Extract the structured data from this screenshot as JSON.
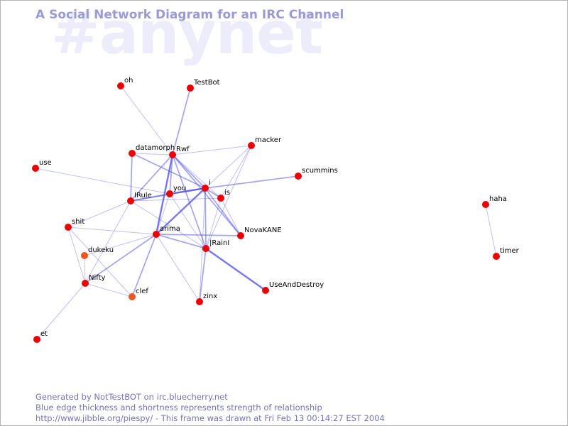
{
  "watermark": "#anynet",
  "title": "A Social Network Diagram for an IRC Channel",
  "footer": {
    "line1": "Generated by NotTestBOT on irc.bluecherry.net",
    "line2": "Blue edge thickness and shortness represents strength of relationship",
    "line3": "http://www.jibble.org/piespy/ - This frame was drawn at Fri Feb 13 00:14:27 EST 2004"
  },
  "colors": {
    "node_default": "#ee0000",
    "node_orange": "#ee5522",
    "edge": "#4a4af0",
    "title": "#9a9ad6",
    "watermark": "#ececfa",
    "footer": "#7474b8"
  },
  "nodes": [
    {
      "id": "oh",
      "label": "oh"
    },
    {
      "id": "TestBot",
      "label": "TestBot"
    },
    {
      "id": "macker",
      "label": "macker"
    },
    {
      "id": "datamorph",
      "label": "datamorph"
    },
    {
      "id": "Rwf",
      "label": "Rwf"
    },
    {
      "id": "use",
      "label": "use"
    },
    {
      "id": "scummins",
      "label": "scummins"
    },
    {
      "id": "i",
      "label": "i"
    },
    {
      "id": "you",
      "label": "you"
    },
    {
      "id": "is",
      "label": "is"
    },
    {
      "id": "IRule",
      "label": "IRule"
    },
    {
      "id": "shit",
      "label": "shit"
    },
    {
      "id": "arima",
      "label": "arima"
    },
    {
      "id": "NovaKANE",
      "label": "NovaKANE"
    },
    {
      "id": "IRainI",
      "label": "|RainI"
    },
    {
      "id": "dukeku",
      "label": "dukeku",
      "color": "orange"
    },
    {
      "id": "Nifty",
      "label": "Nifty"
    },
    {
      "id": "clef",
      "label": "clef",
      "color": "orange"
    },
    {
      "id": "UseAndDestroy",
      "label": "UseAndDestroy"
    },
    {
      "id": "zinx",
      "label": "zinx"
    },
    {
      "id": "et",
      "label": "et"
    },
    {
      "id": "haha",
      "label": "haha"
    },
    {
      "id": "timer",
      "label": "timer"
    }
  ],
  "edges": [
    {
      "from": "oh",
      "to": "Rwf",
      "strength": 1
    },
    {
      "from": "TestBot",
      "to": "Rwf",
      "strength": 2
    },
    {
      "from": "datamorph",
      "to": "Rwf",
      "strength": 1
    },
    {
      "from": "datamorph",
      "to": "i",
      "strength": 2
    },
    {
      "from": "datamorph",
      "to": "IRule",
      "strength": 2
    },
    {
      "from": "Rwf",
      "to": "macker",
      "strength": 1
    },
    {
      "from": "Rwf",
      "to": "i",
      "strength": 2
    },
    {
      "from": "Rwf",
      "to": "you",
      "strength": 2
    },
    {
      "from": "Rwf",
      "to": "IRule",
      "strength": 2
    },
    {
      "from": "Rwf",
      "to": "arima",
      "strength": 3
    },
    {
      "from": "Rwf",
      "to": "NovaKANE",
      "strength": 2
    },
    {
      "from": "Rwf",
      "to": "IRainI",
      "strength": 2
    },
    {
      "from": "Rwf",
      "to": "is",
      "strength": 1
    },
    {
      "from": "macker",
      "to": "i",
      "strength": 1
    },
    {
      "from": "macker",
      "to": "is",
      "strength": 1
    },
    {
      "from": "macker",
      "to": "IRainI",
      "strength": 1
    },
    {
      "from": "use",
      "to": "you",
      "strength": 1
    },
    {
      "from": "scummins",
      "to": "i",
      "strength": 2
    },
    {
      "from": "i",
      "to": "you",
      "strength": 3
    },
    {
      "from": "i",
      "to": "IRule",
      "strength": 2
    },
    {
      "from": "i",
      "to": "arima",
      "strength": 3
    },
    {
      "from": "i",
      "to": "NovaKANE",
      "strength": 2
    },
    {
      "from": "i",
      "to": "IRainI",
      "strength": 2
    },
    {
      "from": "i",
      "to": "is",
      "strength": 2
    },
    {
      "from": "i",
      "to": "zinx",
      "strength": 1
    },
    {
      "from": "you",
      "to": "IRule",
      "strength": 2
    },
    {
      "from": "you",
      "to": "arima",
      "strength": 1
    },
    {
      "from": "you",
      "to": "IRainI",
      "strength": 1
    },
    {
      "from": "is",
      "to": "IRule",
      "strength": 1
    },
    {
      "from": "is",
      "to": "NovaKANE",
      "strength": 1
    },
    {
      "from": "is",
      "to": "IRainI",
      "strength": 1
    },
    {
      "from": "IRule",
      "to": "shit",
      "strength": 1
    },
    {
      "from": "IRule",
      "to": "IRainI",
      "strength": 1
    },
    {
      "from": "IRule",
      "to": "Nifty",
      "strength": 1
    },
    {
      "from": "arima",
      "to": "NovaKANE",
      "strength": 2
    },
    {
      "from": "arima",
      "to": "IRainI",
      "strength": 2
    },
    {
      "from": "arima",
      "to": "dukeku",
      "strength": 1
    },
    {
      "from": "arima",
      "to": "Nifty",
      "strength": 2
    },
    {
      "from": "arima",
      "to": "clef",
      "strength": 2
    },
    {
      "from": "arima",
      "to": "zinx",
      "strength": 1
    },
    {
      "from": "arima",
      "to": "shit",
      "strength": 1
    },
    {
      "from": "IRainI",
      "to": "UseAndDestroy",
      "strength": 3
    },
    {
      "from": "IRainI",
      "to": "zinx",
      "strength": 2
    },
    {
      "from": "shit",
      "to": "Nifty",
      "strength": 1
    },
    {
      "from": "shit",
      "to": "clef",
      "strength": 1
    },
    {
      "from": "dukeku",
      "to": "Nifty",
      "strength": 1
    },
    {
      "from": "Nifty",
      "to": "clef",
      "strength": 1
    },
    {
      "from": "Nifty",
      "to": "et",
      "strength": 1
    },
    {
      "from": "haha",
      "to": "timer",
      "strength": 1
    }
  ]
}
